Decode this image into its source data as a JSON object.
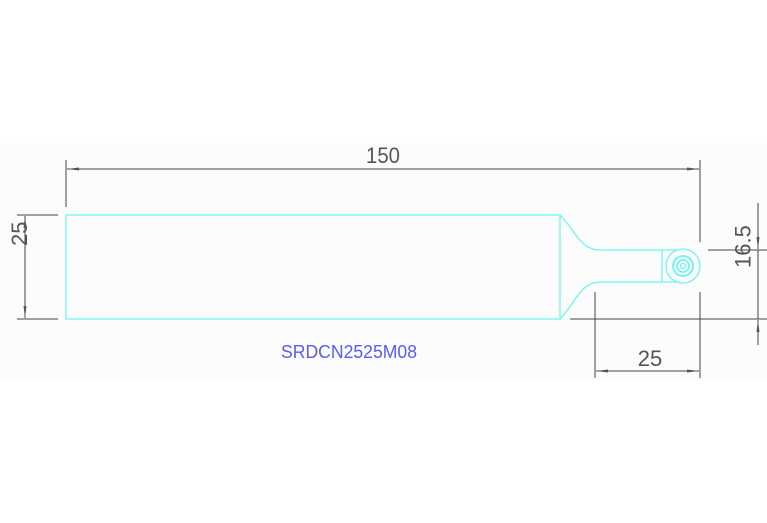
{
  "drawing": {
    "part_label": "SRDCN2525M08",
    "colors": {
      "geometry": "#66f5f5",
      "dimension": "#444444",
      "label": "#5b5bf0",
      "band": "#fbfcfb"
    },
    "dimensions": {
      "overall_length": "150",
      "shank_height": "25",
      "head_length": "25",
      "cutting_height": "16.5"
    }
  }
}
